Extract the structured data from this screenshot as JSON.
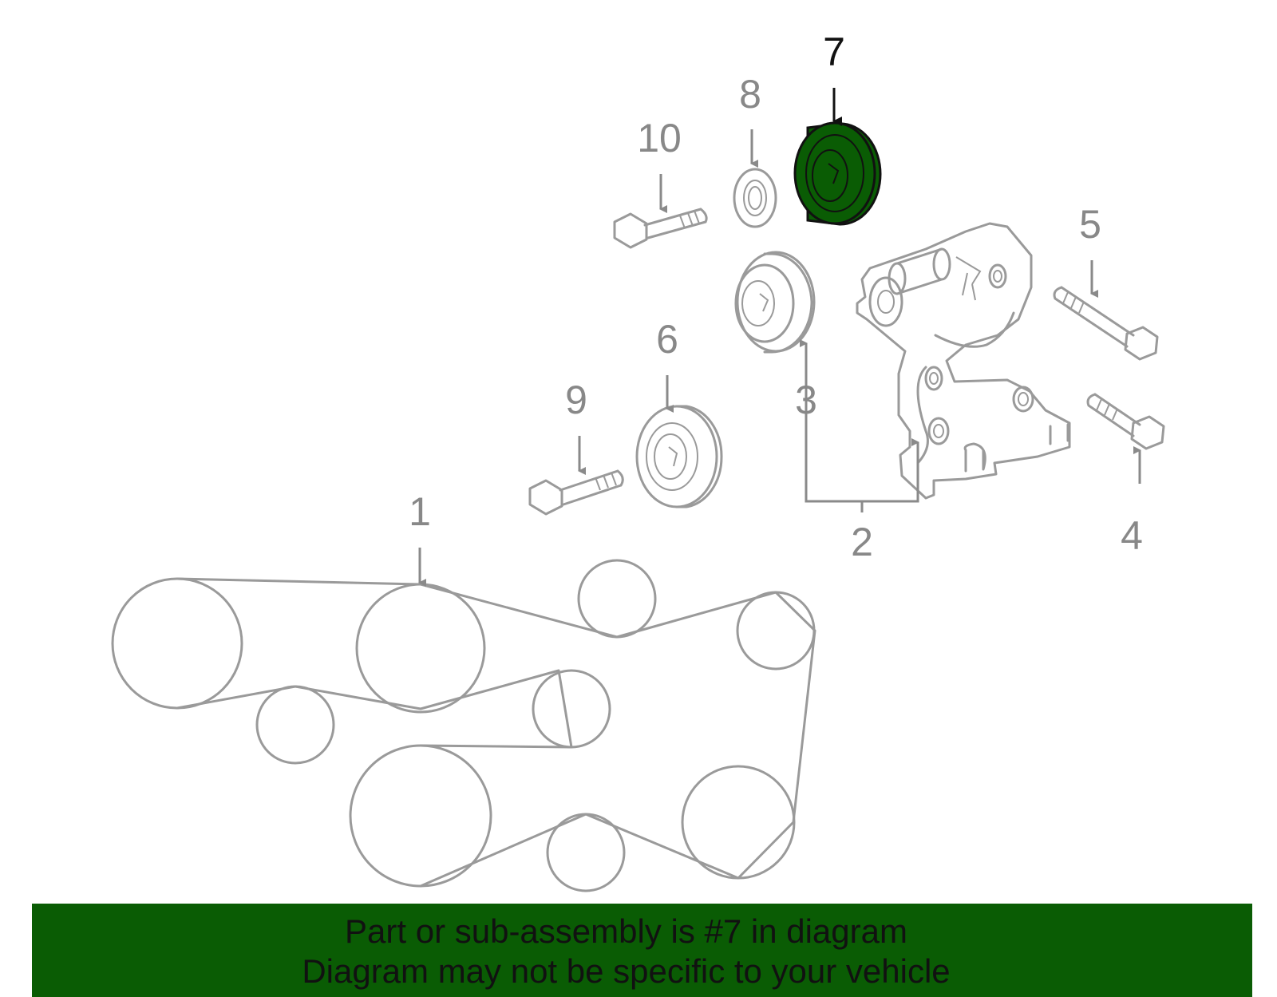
{
  "colors": {
    "highlight_fill": "#0a5c04",
    "banner_background": "#0a5c04",
    "line_gray": "#9a9a9a",
    "highlight_stroke": "#111111"
  },
  "callouts": [
    "1",
    "2",
    "3",
    "4",
    "5",
    "6",
    "7",
    "8",
    "9",
    "10"
  ],
  "highlighted_callout": "7",
  "banner": {
    "line1": "Part or sub-assembly is #7 in diagram",
    "line2": "Diagram may not be specific to your vehicle"
  }
}
